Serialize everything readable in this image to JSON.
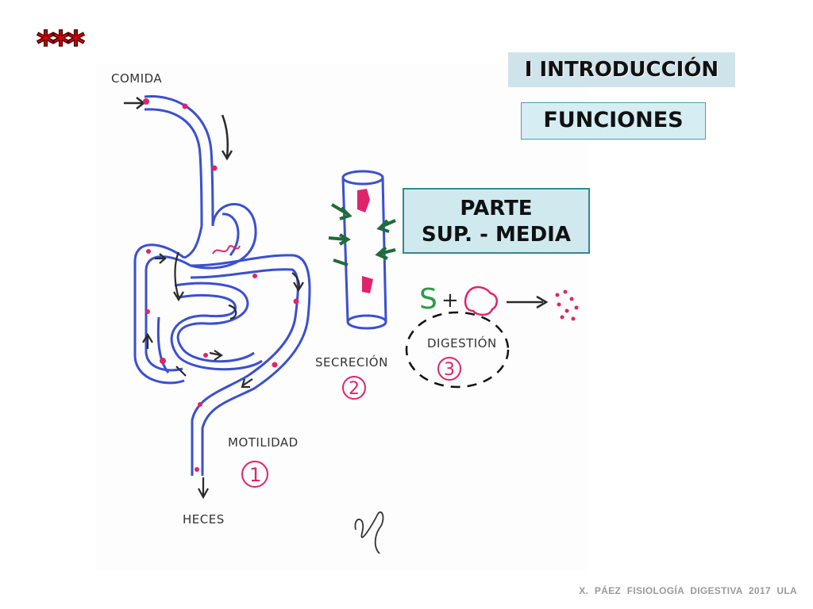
{
  "slide": {
    "stars": "***",
    "title": "I INTRODUCCIÓN",
    "subtitle": "FUNCIONES",
    "part_line1": "PARTE",
    "part_line2": "SUP. - MEDIA",
    "footer": "X. PÁEZ   FISIOLOGÍA DIGESTIVA 2017  ULA"
  },
  "diagram": {
    "comida": "COMIDA",
    "heces": "HECES",
    "motilidad": "MOTILIDAD",
    "motilidad_num": "1",
    "secrecion": "SECRECIÓN",
    "secrecion_num": "2",
    "digestion": "DIGESTIÓN",
    "digestion_num": "3",
    "substrate": "S",
    "plus": "+",
    "colors": {
      "tract": "#3b4fd0",
      "food": "#e0246a",
      "secretion_arrow": "#1f6b3a",
      "arrow": "#2a2a2a",
      "substrate": "#2e9a4a"
    }
  }
}
